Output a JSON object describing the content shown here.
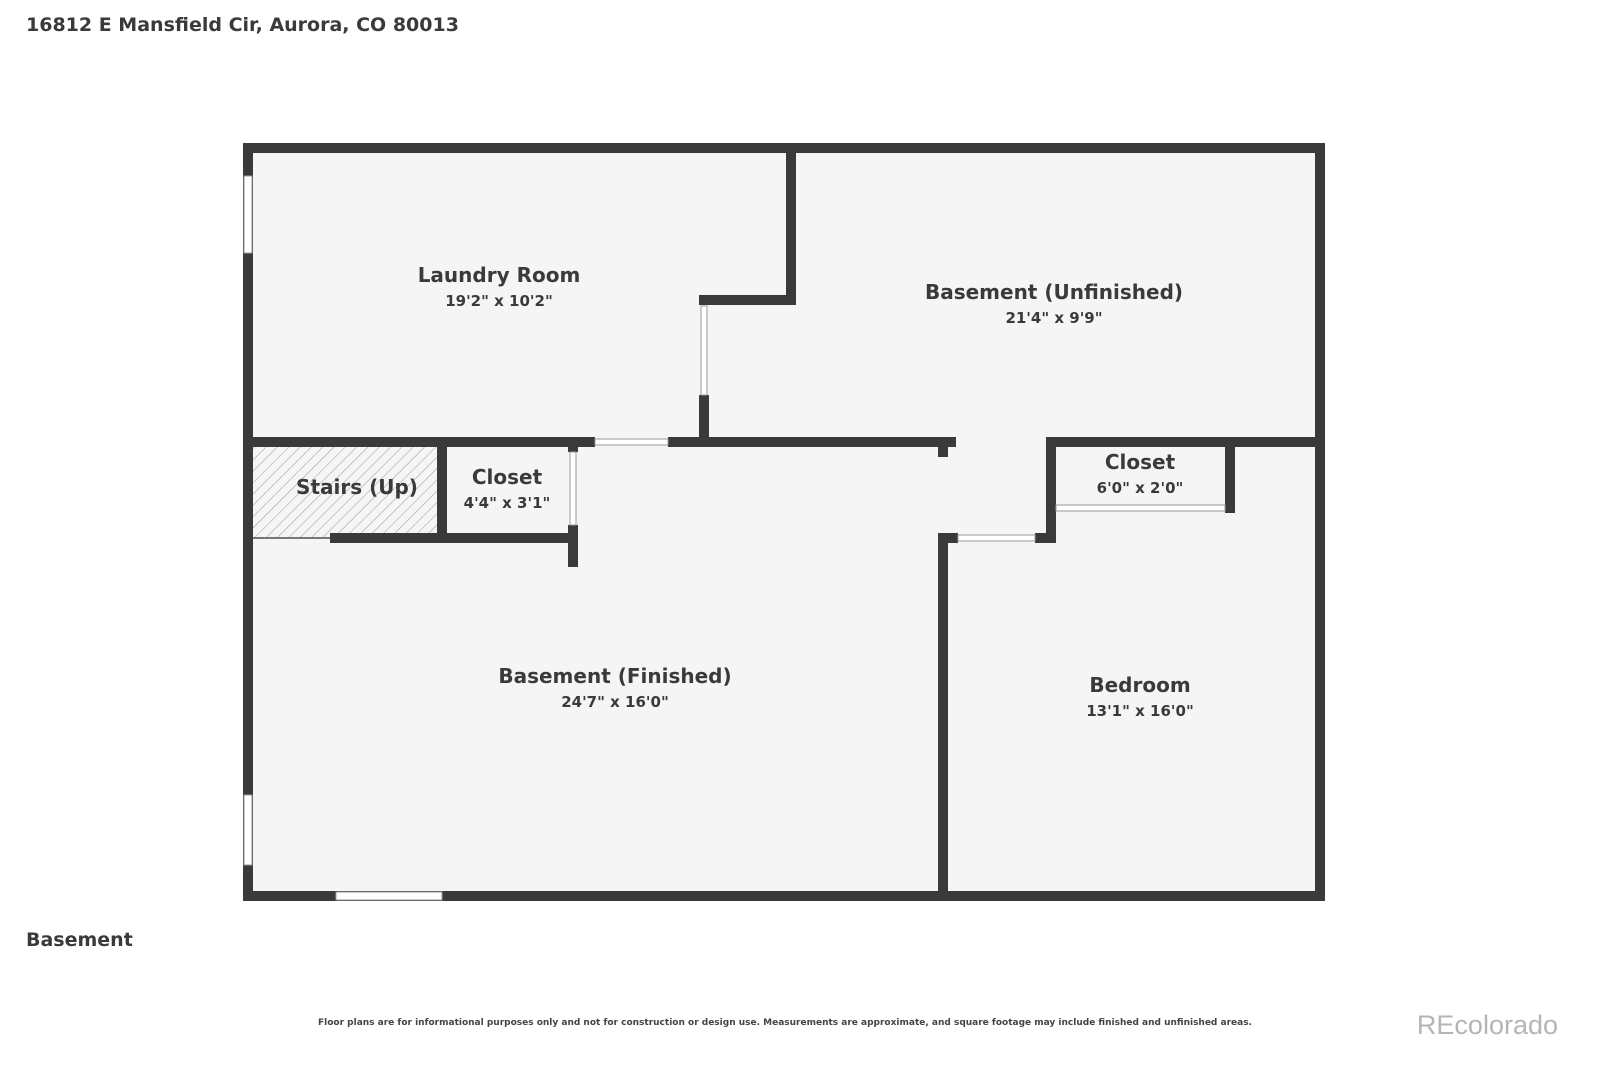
{
  "address": "16812 E Mansfield Cir, Aurora, CO 80013",
  "floor_label": "Basement",
  "rooms": [
    {
      "name": "Laundry Room",
      "dims": "19'2\" x 10'2\""
    },
    {
      "name": "Basement (Unfinished)",
      "dims": "21'4\" x 9'9\""
    },
    {
      "name": "Stairs (Up)"
    },
    {
      "name": "Closet",
      "dims": "4'4\" x 3'1\""
    },
    {
      "name": "Closet",
      "dims": "6'0\" x 2'0\""
    },
    {
      "name": "Basement (Finished)",
      "dims": "24'7\" x 16'0\""
    },
    {
      "name": "Bedroom",
      "dims": "13'1\" x 16'0\""
    }
  ],
  "disclaimer": "Floor plans are for informational purposes only and not for construction or design use. Measurements are approximate, and square footage may include finished and unfinished areas.",
  "brand": "REcolorado",
  "colors": {
    "wall": "#3a3a3a",
    "floor": "#f5f5f5"
  }
}
